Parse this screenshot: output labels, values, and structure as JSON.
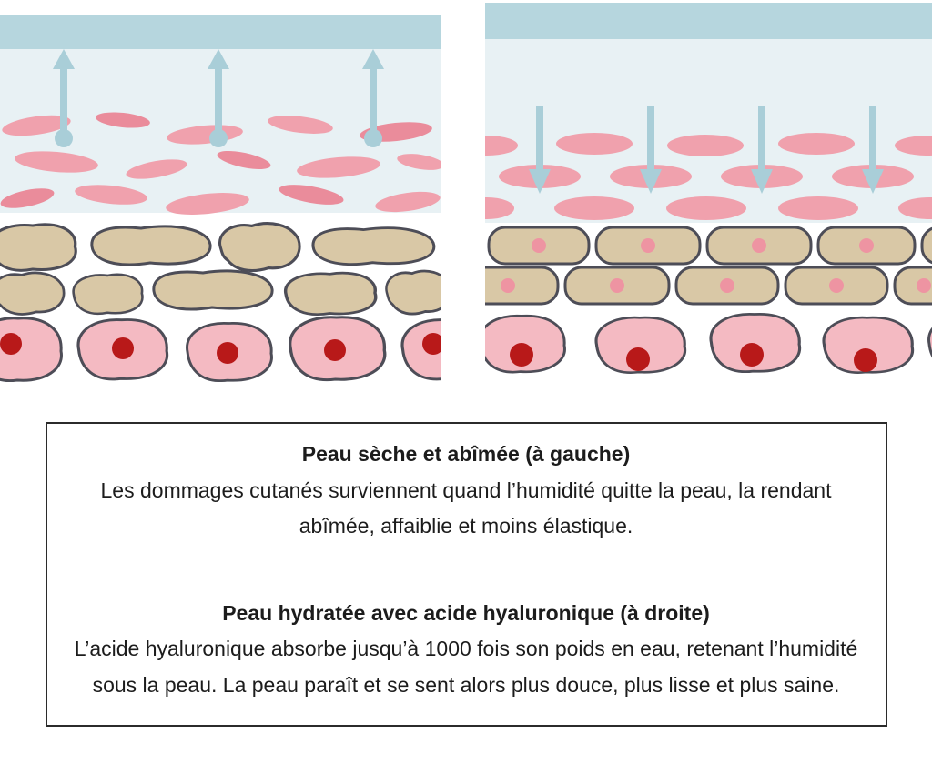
{
  "diagram": {
    "left_panel": {
      "label": "à gauche",
      "arrow_count": 3,
      "arrow_direction": "up"
    },
    "right_panel": {
      "label": "à droite",
      "arrow_count": 4,
      "arrow_direction": "down"
    }
  },
  "caption": {
    "left_title": "Peau sèche et abîmée (à gauche)",
    "left_body": "Les dommages cutanés surviennent quand l’humidité quitte la peau, la rendant abîmée, affaiblie et moins élastique.",
    "right_title": "Peau hydratée avec acide hyaluronique (à droite)",
    "right_body": "L’acide hyaluronique absorbe jusqu’à 1000 fois son poids en eau, retenant l’humidité sous la peau. La peau paraît et se sent alors plus douce, plus lisse et plus saine."
  },
  "colors": {
    "skin_surface_bar": "#b6d6de",
    "upper_background": "#e8f1f4",
    "arrow": "#a9ced8",
    "fiber_pink": "#f0a1ad",
    "fiber_pink_dark": "#ea8c9b",
    "cell_tan": "#d9c8a6",
    "cell_outline": "#4d4d57",
    "cell_pink": "#f4bac2",
    "nucleus_dark_red": "#b81919",
    "nucleus_small_pink": "#ee94a2"
  }
}
